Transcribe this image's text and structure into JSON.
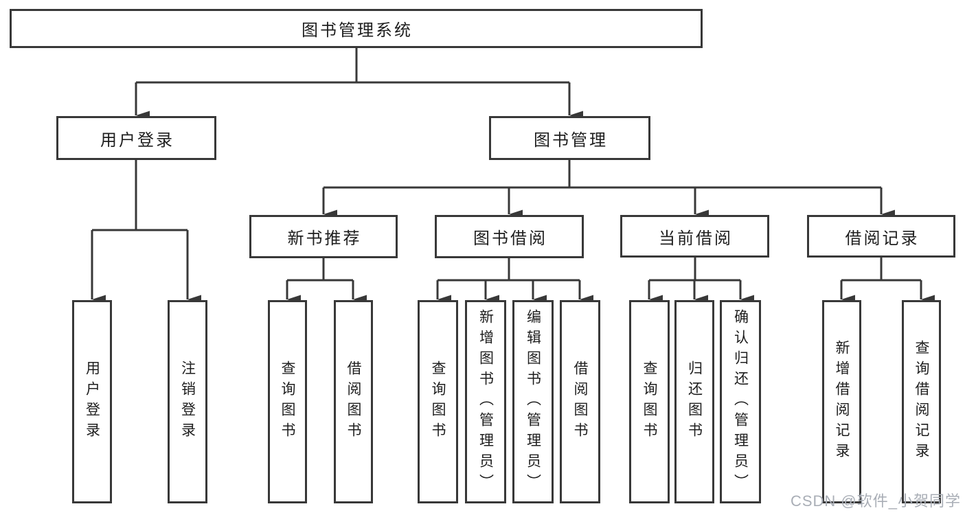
{
  "nodes": {
    "root": "图书管理系统",
    "user_login": "用户登录",
    "book_mgmt": "图书管理",
    "new_book_rec": "新书推荐",
    "book_borrow": "图书借阅",
    "current_borrow": "当前借阅",
    "borrow_record": "借阅记录",
    "leaf_user_login": "用户登录",
    "leaf_logout": "注销登录",
    "rec_query_book": "查询图书",
    "rec_borrow_book": "借阅图书",
    "bb_query_book": "查询图书",
    "bb_add_book": "新增图书（管理员）",
    "bb_edit_book": "编辑图书（管理员）",
    "bb_borrow_book": "借阅图书",
    "cb_query_book": "查询图书",
    "cb_return_book": "归还图书",
    "cb_confirm_return": "确认归还（管理员）",
    "br_add_record": "新增借阅记录",
    "br_query_record": "查询借阅记录"
  },
  "watermark": "CSDN @软件_小贺同学",
  "colors": {
    "line": "#383838",
    "text": "#1e1e1e",
    "watermark": "#a9aeb6",
    "background": "#ffffff"
  }
}
